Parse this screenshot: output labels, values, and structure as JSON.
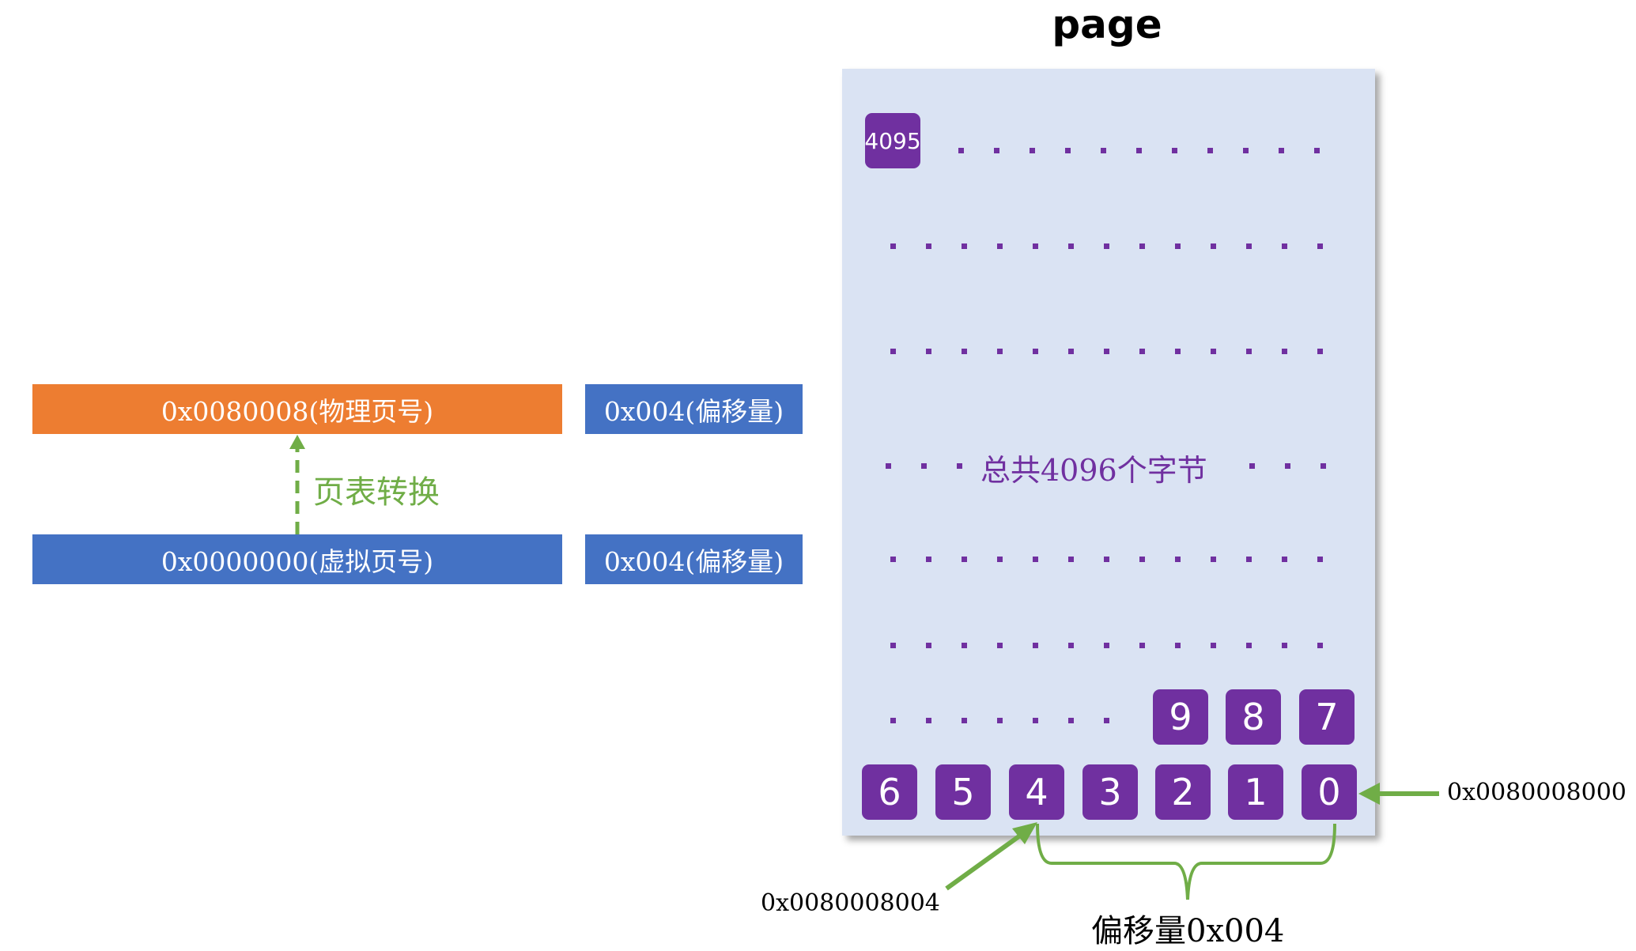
{
  "title": "page",
  "physical_page_label": "0x0080008(物理页号)",
  "physical_offset_label": "0x004(偏移量)",
  "virtual_page_label": "0x0000000(虚拟页号)",
  "virtual_offset_label": "0x004(偏移量)",
  "translation_label": "页表转换",
  "total_bytes_label": "总共4096个字节",
  "top_byte_label": "4095",
  "upper_bytes": [
    "9",
    "8",
    "7"
  ],
  "lower_bytes": [
    "6",
    "5",
    "4",
    "3",
    "2",
    "1",
    "0"
  ],
  "base_address": "0x0080008000",
  "target_address": "0x0080008004",
  "offset_label": "偏移量0x004",
  "colors": {
    "orange": "#ed7d31",
    "blue": "#4472c4",
    "purple": "#7030a0",
    "green": "#70ad47",
    "page_bg": "#dae3f3"
  }
}
